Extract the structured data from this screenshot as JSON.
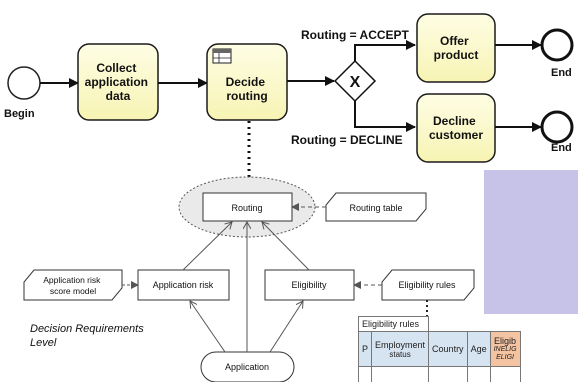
{
  "bpmn": {
    "begin_label": "Begin",
    "end_label_top": "End",
    "end_label_bottom": "End",
    "task_collect": [
      "Collect",
      "application",
      "data"
    ],
    "task_decide": [
      "Decide",
      "routing"
    ],
    "task_offer": [
      "Offer",
      "product"
    ],
    "task_decline": [
      "Decline",
      "customer"
    ],
    "gateway_symbol": "X",
    "flow_accept": "Routing = ACCEPT",
    "flow_decline": "Routing = DECLINE"
  },
  "drd": {
    "routing": "Routing",
    "routing_table": "Routing table",
    "application_risk": "Application risk",
    "risk_model": [
      "Application risk",
      "score model"
    ],
    "eligibility": "Eligibility",
    "eligibility_rules": "Eligibility rules",
    "application": "Application",
    "level_caption": [
      "Decision Requirements",
      "Level"
    ]
  },
  "table": {
    "title": "Eligibility rules",
    "col_p": "P",
    "col_employment": "Employment",
    "col_employment_sub": "status",
    "col_country": "Country",
    "col_age": "Age",
    "col_output": "Eligib",
    "col_output_values": [
      "INELIG",
      "ELIGI"
    ]
  },
  "colors": {
    "task_fill": "#fdfcd0",
    "task_stroke": "#1a1a1a",
    "background_lavender": "#c6c2e8",
    "table_header_blue": "#d6e3f1",
    "table_header_orange": "#f4c3a1"
  }
}
